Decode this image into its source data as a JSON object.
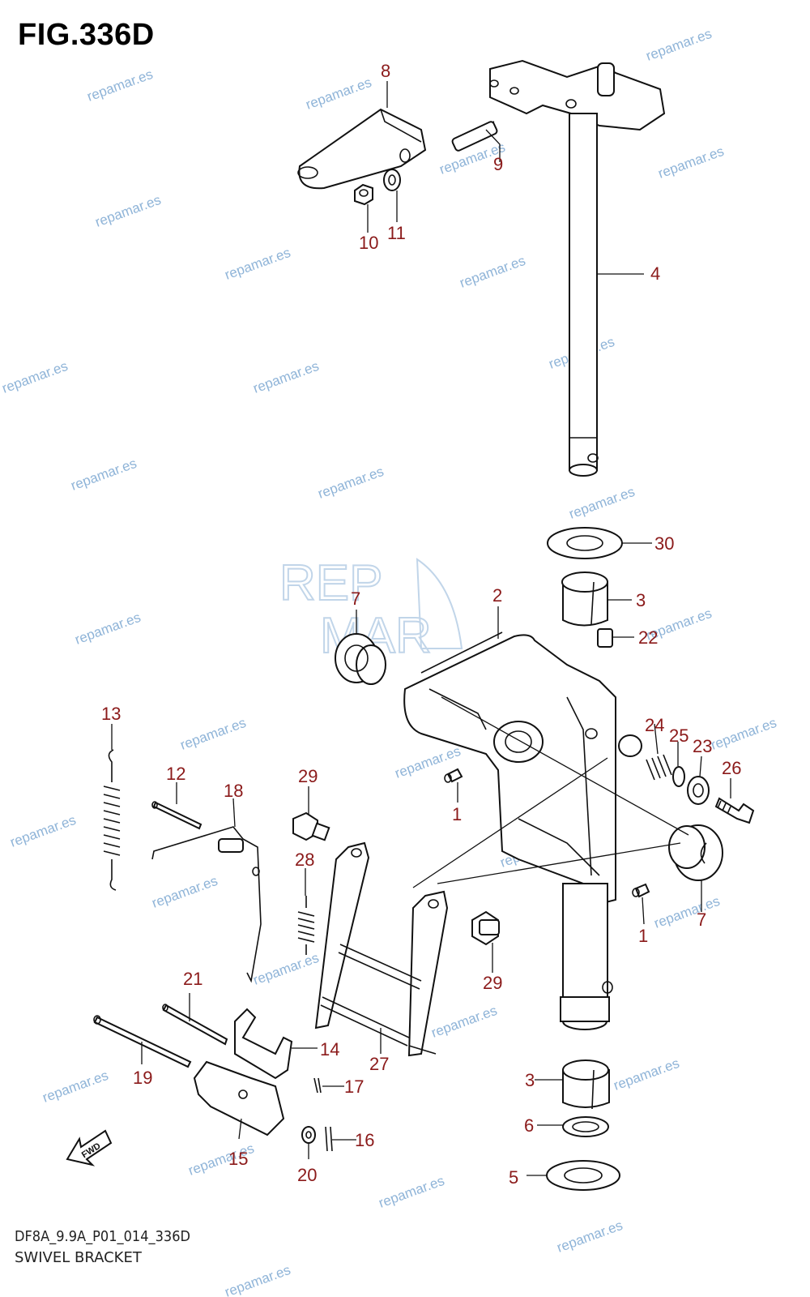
{
  "figure": {
    "title": "FIG.336D",
    "code": "DF8A_9.9A_P01_014_336D",
    "name": "SWIVEL BRACKET"
  },
  "watermark": {
    "text": "repamar.es",
    "logo_text_top": "REP",
    "logo_text_bottom": "MAR",
    "color": "#8fb4d8"
  },
  "direction_arrow": {
    "label": "FWD"
  },
  "callouts": [
    {
      "id": "c8",
      "label": "8"
    },
    {
      "id": "c9",
      "label": "9"
    },
    {
      "id": "c10",
      "label": "10"
    },
    {
      "id": "c11",
      "label": "11"
    },
    {
      "id": "c4",
      "label": "4"
    },
    {
      "id": "c30",
      "label": "30"
    },
    {
      "id": "c3a",
      "label": "3"
    },
    {
      "id": "c22",
      "label": "22"
    },
    {
      "id": "c2",
      "label": "2"
    },
    {
      "id": "c7a",
      "label": "7"
    },
    {
      "id": "c24",
      "label": "24"
    },
    {
      "id": "c25",
      "label": "25"
    },
    {
      "id": "c23",
      "label": "23"
    },
    {
      "id": "c26",
      "label": "26"
    },
    {
      "id": "c1a",
      "label": "1"
    },
    {
      "id": "c1b",
      "label": "1"
    },
    {
      "id": "c7b",
      "label": "7"
    },
    {
      "id": "c13",
      "label": "13"
    },
    {
      "id": "c12",
      "label": "12"
    },
    {
      "id": "c18",
      "label": "18"
    },
    {
      "id": "c29a",
      "label": "29"
    },
    {
      "id": "c28",
      "label": "28"
    },
    {
      "id": "c29b",
      "label": "29"
    },
    {
      "id": "c21",
      "label": "21"
    },
    {
      "id": "c14",
      "label": "14"
    },
    {
      "id": "c27",
      "label": "27"
    },
    {
      "id": "c19",
      "label": "19"
    },
    {
      "id": "c17",
      "label": "17"
    },
    {
      "id": "c16",
      "label": "16"
    },
    {
      "id": "c15",
      "label": "15"
    },
    {
      "id": "c20",
      "label": "20"
    },
    {
      "id": "c3b",
      "label": "3"
    },
    {
      "id": "c6",
      "label": "6"
    },
    {
      "id": "c5",
      "label": "5"
    }
  ],
  "colors": {
    "callout": "#8b1a1a",
    "line": "#111111"
  }
}
